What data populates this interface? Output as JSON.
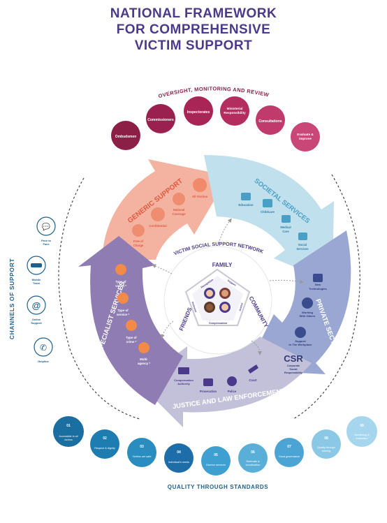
{
  "title": {
    "line1": "NATIONAL FRAMEWORK",
    "line2": "FOR COMPREHENSIVE",
    "line3": "VICTIM SUPPORT"
  },
  "oversight": {
    "heading": "OVERSIGHT, MONITORING AND REVIEW",
    "items": [
      {
        "label": "Ombudsmen",
        "color": "#8b1f45"
      },
      {
        "label": "Commissioners",
        "color": "#9a2050"
      },
      {
        "label": "Inspectorates",
        "color": "#a82556"
      },
      {
        "label": "Ministerial Responsibility",
        "color": "#b42d5f"
      },
      {
        "label": "Consultations",
        "color": "#c03a6b"
      },
      {
        "label": "Evaluate & improve",
        "color": "#c94777"
      }
    ]
  },
  "channels": {
    "heading": "CHANNELS OF SUPPORT",
    "items": [
      {
        "label": "Face to Face",
        "icon": "chat-bubbles-icon"
      },
      {
        "label": "Mobile Team",
        "icon": "car-icon"
      },
      {
        "label": "Online Support",
        "icon": "at-sign-icon"
      },
      {
        "label": "Helpline",
        "icon": "phone-icon"
      }
    ]
  },
  "sectors": {
    "generic": {
      "title": "GENERIC SUPPORT",
      "color": "#f4b3a0",
      "items": [
        "All Victims",
        "National Coverage",
        "Confidential",
        "Free of Charge"
      ]
    },
    "societal": {
      "title": "SOCIETAL SERVICES",
      "color": "#bfe0ec",
      "items": [
        "Education",
        "Childcare",
        "Medical Care",
        "Social Services"
      ]
    },
    "private": {
      "title": "PRIVATE SECTOR",
      "color": "#9aa7d2",
      "items": [
        "New Technologies",
        "Working With Others",
        "Support In The Workplace"
      ],
      "csr_big": "CSR",
      "csr_label": "Corporate Social Responsibility"
    },
    "justice": {
      "title": "JUSTICE AND LAW ENFORCEMENT",
      "color": "#c3c1d9",
      "items": [
        "Compensation Authority",
        "Prosecution",
        "Police",
        "Court"
      ]
    },
    "specialist": {
      "title": "SPECIALIST SERVICES",
      "color": "#8e7cb3",
      "items": [
        "Type of victim *",
        "Type of service *",
        "Type of crime *",
        "Multi-agency *"
      ]
    }
  },
  "network": {
    "title": "VICTIM SOCIAL SUPPORT NETWORK",
    "family": "FAMILY",
    "community": "COMMUNITY",
    "friends": "FRIENDS",
    "pentagon": [
      "Recognition",
      "Support",
      "Justice",
      "Compensation",
      "Inclusion"
    ]
  },
  "standards": {
    "heading": "QUALITY THROUGH STANDARDS",
    "items": [
      {
        "num": "01",
        "label": "Accessible to all victims",
        "color": "#1a6fa0"
      },
      {
        "num": "02",
        "label": "Respect & dignity",
        "color": "#1e7db0"
      },
      {
        "num": "03",
        "label": "Victims are safe",
        "color": "#2a8dc0"
      },
      {
        "num": "04",
        "label": "Individual's needs",
        "color": "#1d6ea8"
      },
      {
        "num": "05",
        "label": "Diverse services",
        "color": "#3e9fd0"
      },
      {
        "num": "06",
        "label": "Referrals & coordination",
        "color": "#5aafd8"
      },
      {
        "num": "07",
        "label": "Good governance",
        "color": "#4ba4d4"
      },
      {
        "num": "08",
        "label": "Quality through training",
        "color": "#8ac8e6"
      },
      {
        "num": "09",
        "label": "Monitoring & evaluation",
        "color": "#a6d6ee"
      }
    ]
  }
}
